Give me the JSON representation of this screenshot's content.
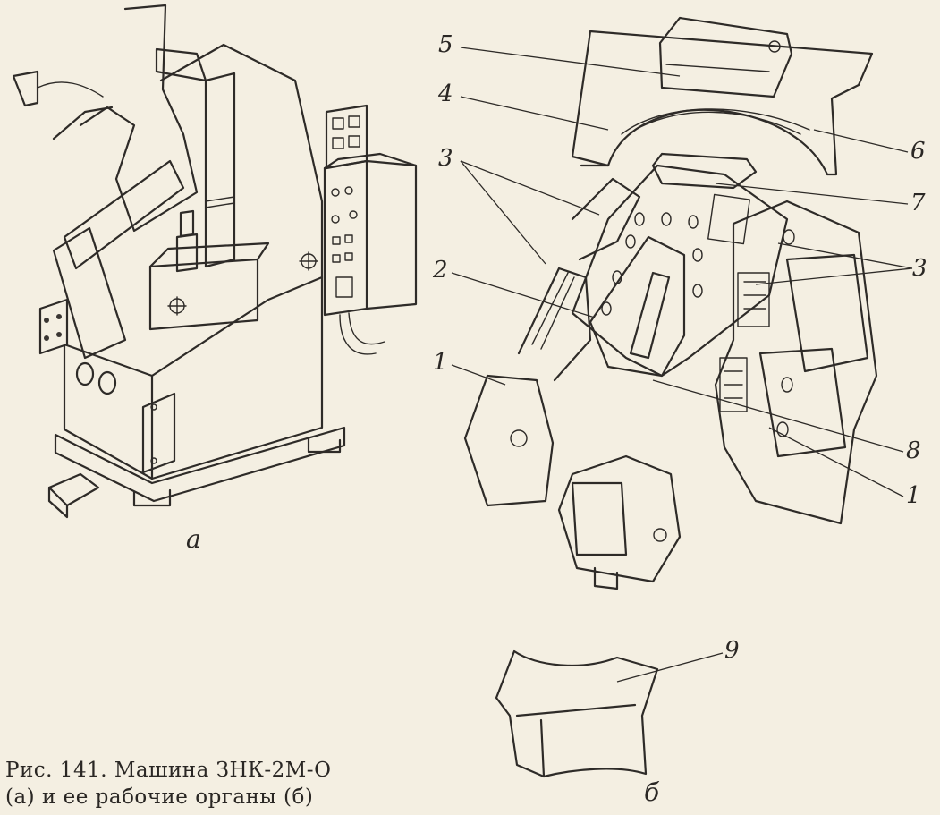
{
  "figure": {
    "sublabel_a": "а",
    "sublabel_b": "б",
    "callouts": [
      {
        "id": "5",
        "text": "5"
      },
      {
        "id": "4",
        "text": "4"
      },
      {
        "id": "3-left",
        "text": "3"
      },
      {
        "id": "6",
        "text": "6"
      },
      {
        "id": "7",
        "text": "7"
      },
      {
        "id": "3-right",
        "text": "3"
      },
      {
        "id": "2",
        "text": "2"
      },
      {
        "id": "1-left",
        "text": "1"
      },
      {
        "id": "8",
        "text": "8"
      },
      {
        "id": "1-right",
        "text": "1"
      },
      {
        "id": "9",
        "text": "9"
      }
    ]
  },
  "caption": {
    "line1": "Рис. 141. Машина ЗНК-2М-О",
    "line2": "(а) и ее рабочие органы (б)"
  }
}
